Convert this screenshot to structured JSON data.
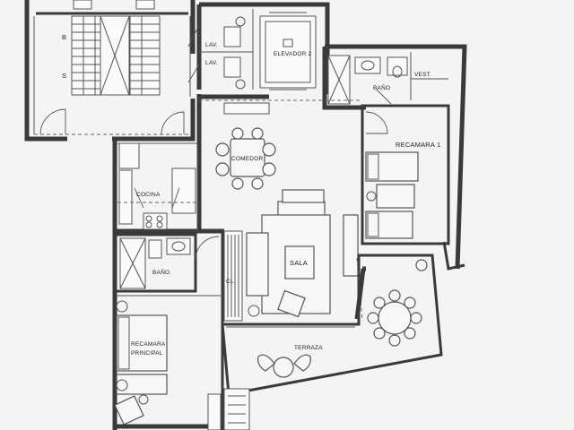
{
  "labels": {
    "b": "B",
    "s": "S",
    "lav1": "LAV.",
    "lav2": "LAV.",
    "elevador": "ELEVADOR 2",
    "bano_top": "BAÑO",
    "vest": "VEST.",
    "recamara1": "RECAMARA 1",
    "comedor": "COMEDOR",
    "cocina": "COCINA",
    "sala": "SALA",
    "bano_left": "BAÑO",
    "cl": "CL.",
    "recamara_principal_1": "RECAMARA",
    "recamara_principal_2": "PRINCIPAL",
    "terraza": "TERRAZA"
  }
}
